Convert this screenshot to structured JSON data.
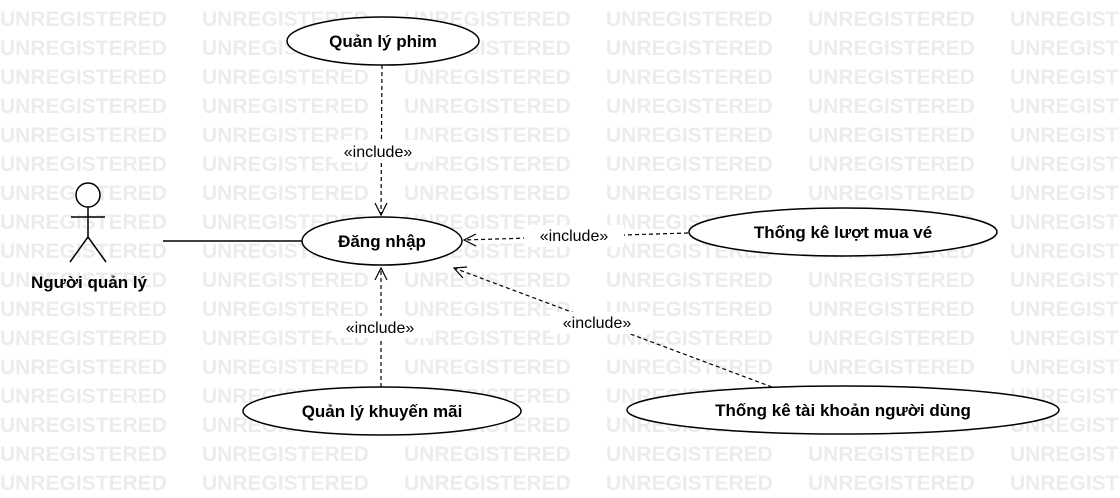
{
  "watermark": {
    "text": "UNREGISTERED"
  },
  "actor": {
    "name": "Người quản lý"
  },
  "use_cases": {
    "login": "Đăng nhập",
    "manage_movies": "Quản lý phim",
    "manage_promotions": "Quản lý khuyến mãi",
    "ticket_stats": "Thống kê lượt mua vé",
    "account_stats": "Thống kê tài khoản người dùng"
  },
  "relations": {
    "movies_include": "«include»",
    "promotions_include": "«include»",
    "ticket_include": "«include»",
    "account_include": "«include»"
  },
  "colors": {
    "watermark": "#ececec",
    "stroke": "#000000",
    "background": "#ffffff"
  }
}
